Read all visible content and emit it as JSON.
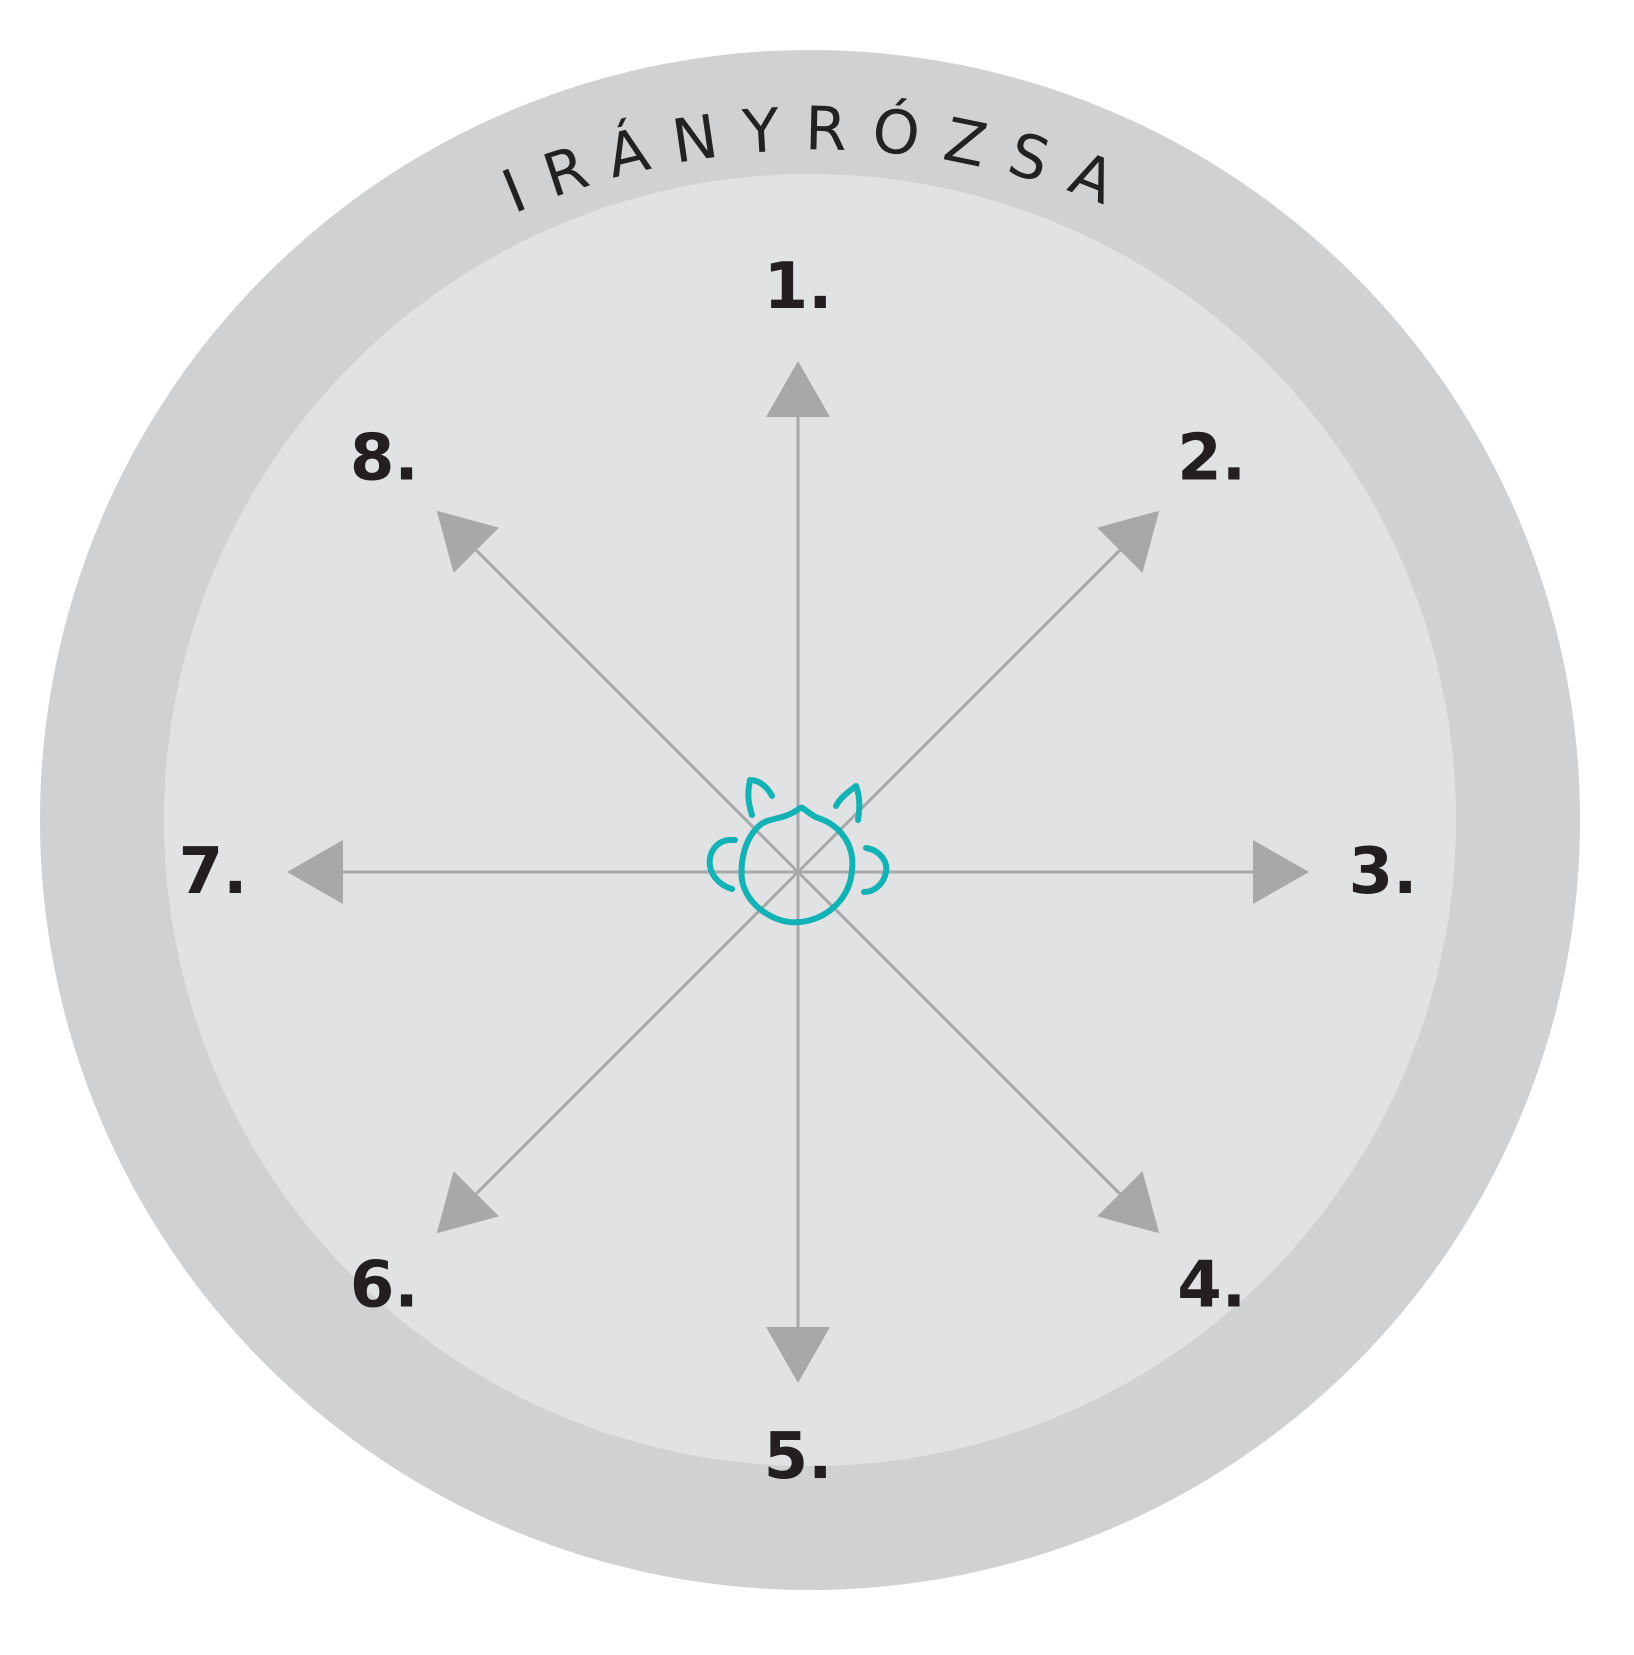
{
  "title": "IRÁNYRÓZSA",
  "directions": [
    {
      "label": "1.",
      "angle_deg": 0
    },
    {
      "label": "2.",
      "angle_deg": 45
    },
    {
      "label": "3.",
      "angle_deg": 90
    },
    {
      "label": "4.",
      "angle_deg": 135
    },
    {
      "label": "5.",
      "angle_deg": 180
    },
    {
      "label": "6.",
      "angle_deg": 225
    },
    {
      "label": "7.",
      "angle_deg": 270
    },
    {
      "label": "8.",
      "angle_deg": 315
    }
  ],
  "center_icon": "child-head-icon",
  "colors": {
    "outer_ring": "#d0d1d3",
    "inner_disc": "#e1e2e4",
    "arrow": "#a7a8aa",
    "label": "#231f20",
    "icon": "#12b2b5",
    "title": "#222222"
  }
}
